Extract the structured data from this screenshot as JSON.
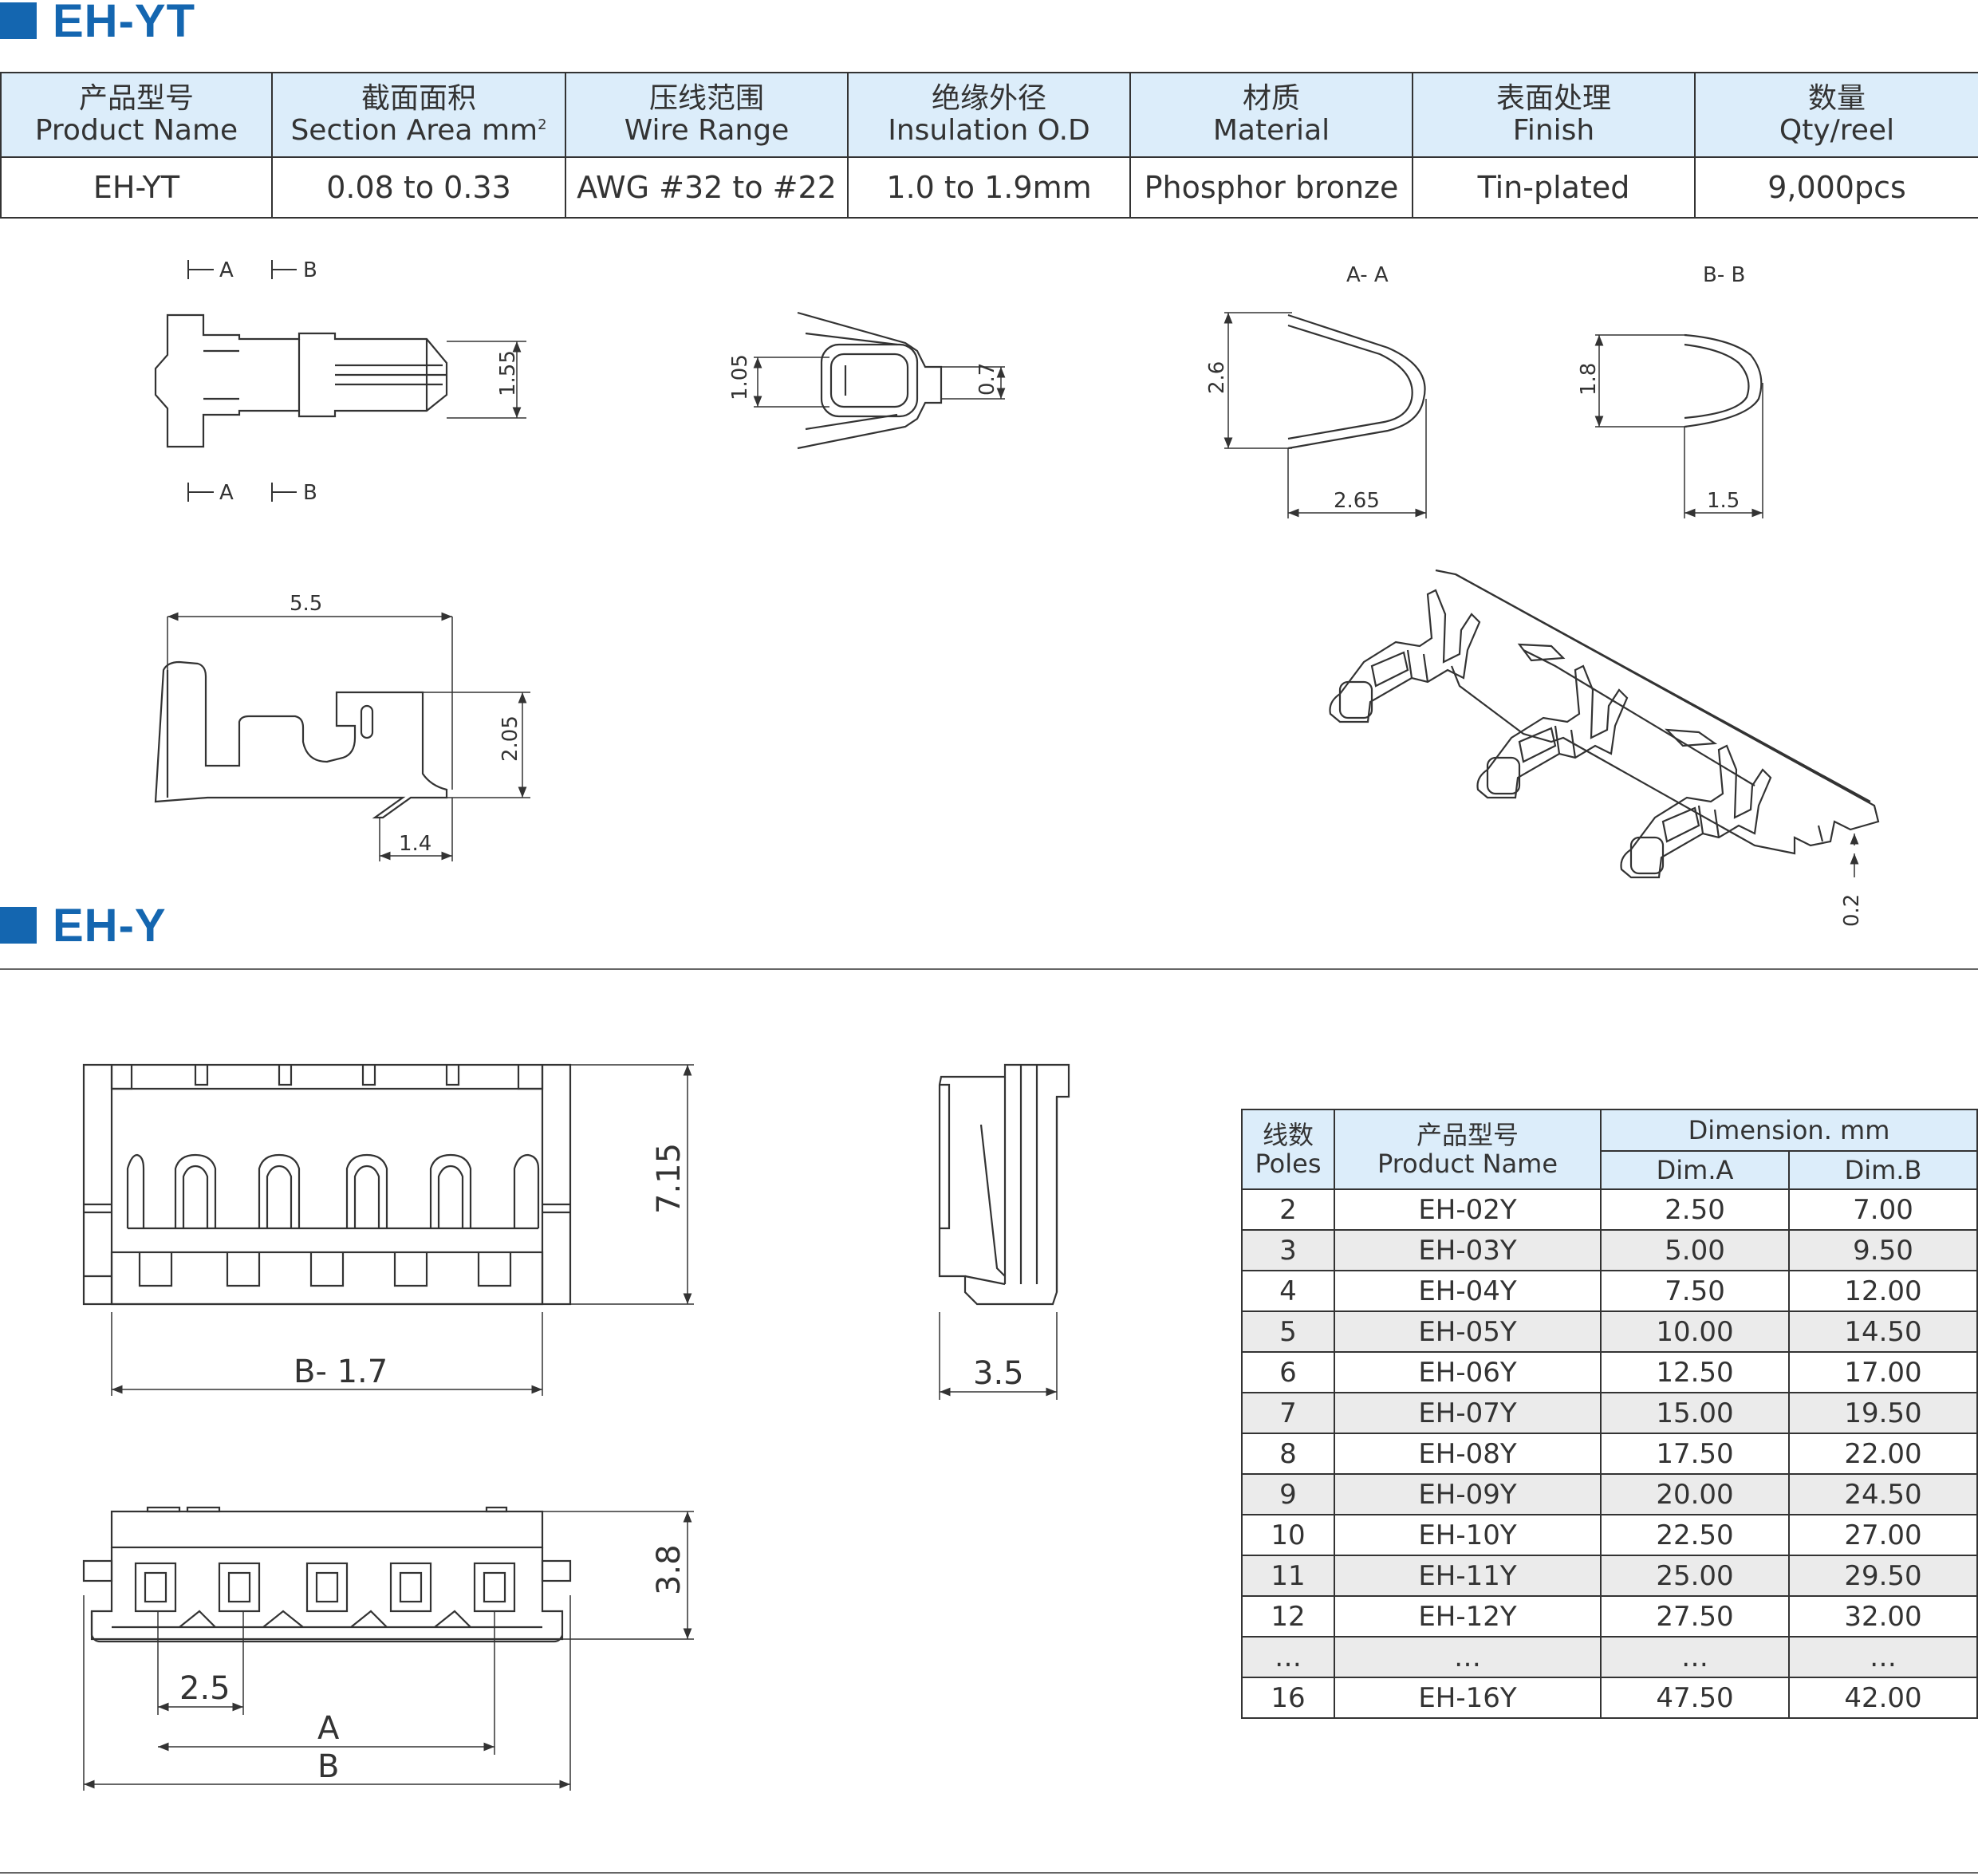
{
  "section1": {
    "title": "EH-YT"
  },
  "section2": {
    "title": "EH-Y"
  },
  "spec_table": {
    "headers": [
      {
        "cn": "产品型号",
        "en": "Product Name"
      },
      {
        "cn": "截面面积",
        "en": "Section Area mm",
        "sup": "2"
      },
      {
        "cn": "压线范围",
        "en": "Wire Range"
      },
      {
        "cn": "绝缘外径",
        "en": "Insulation O.D"
      },
      {
        "cn": "材质",
        "en": "Material"
      },
      {
        "cn": "表面处理",
        "en": "Finish"
      },
      {
        "cn": "数量",
        "en": "Qty/reel"
      }
    ],
    "row": [
      "EH-YT",
      "0.08 to 0.33",
      "AWG #32 to #22",
      "1.0 to 1.9mm",
      "Phosphor bronze",
      "Tin-plated",
      "9,000pcs"
    ]
  },
  "terminal_drawing": {
    "section_marks": [
      "A",
      "B"
    ],
    "section_titles": [
      "A- A",
      "B- B"
    ],
    "dims": {
      "top_height": "1.55",
      "front_left": "1.05",
      "front_right": "0.7",
      "aa_height": "2.6",
      "aa_width": "2.65",
      "bb_height": "1.8",
      "bb_width": "1.5",
      "side_length": "5.5",
      "side_height": "2.05",
      "side_tail": "1.4",
      "strip_thickness": "0.2"
    }
  },
  "housing_drawing": {
    "dims": {
      "height": "7.15",
      "inner_width": "B- 1.7",
      "depth": "3.5",
      "bottom_height": "3.8",
      "pitch": "2.5",
      "dim_a": "A",
      "dim_b": "B"
    }
  },
  "dim_table": {
    "headers": {
      "poles_cn": "线数",
      "poles_en": "Poles",
      "name_cn": "产品型号",
      "name_en": "Product Name",
      "dimension": "Dimension. mm",
      "dim_a": "Dim.A",
      "dim_b": "Dim.B"
    },
    "rows": [
      [
        "2",
        "EH-02Y",
        "2.50",
        "7.00"
      ],
      [
        "3",
        "EH-03Y",
        "5.00",
        "9.50"
      ],
      [
        "4",
        "EH-04Y",
        "7.50",
        "12.00"
      ],
      [
        "5",
        "EH-05Y",
        "10.00",
        "14.50"
      ],
      [
        "6",
        "EH-06Y",
        "12.50",
        "17.00"
      ],
      [
        "7",
        "EH-07Y",
        "15.00",
        "19.50"
      ],
      [
        "8",
        "EH-08Y",
        "17.50",
        "22.00"
      ],
      [
        "9",
        "EH-09Y",
        "20.00",
        "24.50"
      ],
      [
        "10",
        "EH-10Y",
        "22.50",
        "27.00"
      ],
      [
        "11",
        "EH-11Y",
        "25.00",
        "29.50"
      ],
      [
        "12",
        "EH-12Y",
        "27.50",
        "32.00"
      ],
      [
        "…",
        "…",
        "…",
        "…"
      ],
      [
        "16",
        "EH-16Y",
        "47.50",
        "42.00"
      ]
    ]
  },
  "colors": {
    "accent": "#1466b0",
    "header_bg": "#dcedfa",
    "alt_row": "#ebebeb"
  }
}
